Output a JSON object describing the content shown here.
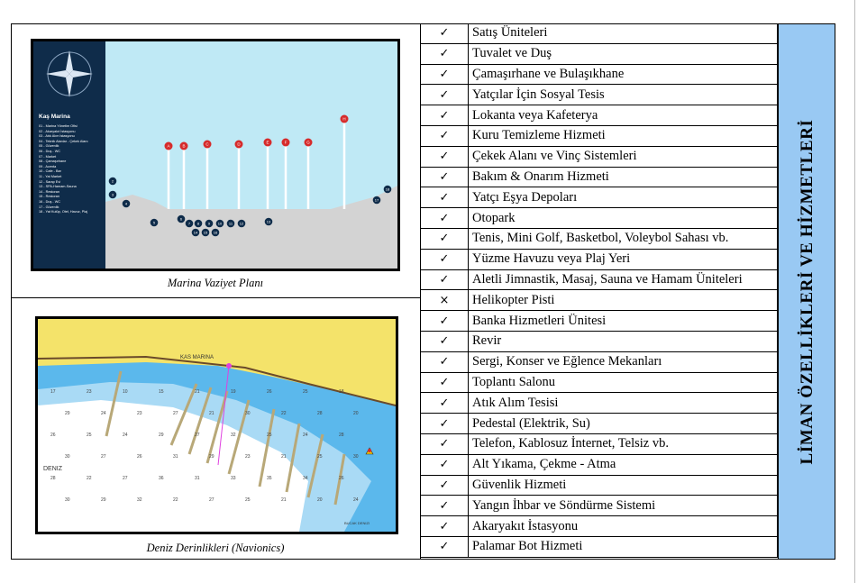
{
  "plan": {
    "caption": "Marina Vaziyet Planı",
    "legend_title": "Kaş Marina",
    "legend_items": [
      "01 - Marina Yönetim Ofisi",
      "02 - Akaryakıt İstasyonu",
      "03 - Atık Alım İstasyonu",
      "04 - Teknik Alanlar - Çekek Alanı",
      "05 - Güvenlik",
      "06 - Duş - WC",
      "07 - Market",
      "08 - Çamaşırhane",
      "09 - Acenta",
      "10 - Cafe - Bar",
      "11 - Yat Market",
      "12 - Sarap Evi",
      "13 - SPA-Hamam-Sauna",
      "14 - Restoran",
      "15 - Restoran",
      "16 - Duş - WC",
      "17 - Güvenlik",
      "18 - Yat Kulüp, Otel, Havuz, Plaj"
    ],
    "pier_labels": [
      "A",
      "B",
      "C",
      "D",
      "E",
      "F",
      "G",
      "H"
    ],
    "building_numbers": [
      "2",
      "3",
      "4",
      "5",
      "6",
      "7",
      "8",
      "9",
      "10",
      "11",
      "12",
      "13",
      "14",
      "15",
      "16",
      "17",
      "18"
    ]
  },
  "depth": {
    "caption": "Deniz Derinlikleri (Navionics)",
    "marina_label": "KAS MARINA",
    "area_label": "DENIZ",
    "bucak_label": "BUCAK DENIZI",
    "soundings": [
      "17",
      "23",
      "10",
      "15",
      "21",
      "19",
      "26",
      "25",
      "18",
      "29",
      "24",
      "23",
      "27",
      "21",
      "30",
      "22",
      "28",
      "20",
      "26",
      "25",
      "24",
      "29",
      "27",
      "32",
      "25",
      "24",
      "28",
      "30",
      "27",
      "26",
      "31",
      "29",
      "23",
      "21",
      "25",
      "30",
      "28",
      "22",
      "27",
      "36",
      "31",
      "33",
      "35",
      "34",
      "26",
      "30",
      "29",
      "32",
      "22",
      "27",
      "25",
      "21",
      "20",
      "24"
    ]
  },
  "services": {
    "heading": "LİMAN ÖZELLİKLERİ VE HİZMETLERİ",
    "rows": [
      {
        "mark": "✓",
        "label": "Satış Üniteleri"
      },
      {
        "mark": "✓",
        "label": "Tuvalet ve Duş"
      },
      {
        "mark": "✓",
        "label": "Çamaşırhane ve Bulaşıkhane"
      },
      {
        "mark": "✓",
        "label": "Yatçılar İçin Sosyal Tesis"
      },
      {
        "mark": "✓",
        "label": "Lokanta veya Kafeterya"
      },
      {
        "mark": "✓",
        "label": "Kuru Temizleme Hizmeti"
      },
      {
        "mark": "✓",
        "label": "Çekek Alanı ve Vinç Sistemleri"
      },
      {
        "mark": "✓",
        "label": "Bakım & Onarım Hizmeti"
      },
      {
        "mark": "✓",
        "label": "Yatçı Eşya Depoları"
      },
      {
        "mark": "✓",
        "label": "Otopark"
      },
      {
        "mark": "✓",
        "label": "Tenis, Mini Golf, Basketbol, Voleybol Sahası vb."
      },
      {
        "mark": "✓",
        "label": "Yüzme Havuzu veya Plaj Yeri"
      },
      {
        "mark": "✓",
        "label": "Aletli Jimnastik, Masaj, Sauna ve Hamam Üniteleri"
      },
      {
        "mark": "×",
        "label": "Helikopter Pisti"
      },
      {
        "mark": "✓",
        "label": "Banka Hizmetleri Ünitesi"
      },
      {
        "mark": "✓",
        "label": "Revir"
      },
      {
        "mark": "✓",
        "label": "Sergi, Konser ve Eğlence Mekanları"
      },
      {
        "mark": "✓",
        "label": "Toplantı Salonu"
      },
      {
        "mark": "✓",
        "label": "Atık Alım Tesisi"
      },
      {
        "mark": "✓",
        "label": "Pedestal (Elektrik, Su)"
      },
      {
        "mark": "✓",
        "label": "Telefon, Kablosuz İnternet, Telsiz vb."
      },
      {
        "mark": "✓",
        "label": "Alt Yıkama, Çekme - Atma"
      },
      {
        "mark": "✓",
        "label": "Güvenlik Hizmeti"
      },
      {
        "mark": "✓",
        "label": "Yangın İhbar ve Söndürme Sistemi"
      },
      {
        "mark": "✓",
        "label": "Akaryakıt İstasyonu"
      },
      {
        "mark": "✓",
        "label": "Palamar Bot Hizmeti"
      }
    ]
  },
  "colors": {
    "legend_bg": "#0f2c4a",
    "sea": "#bfe9f5",
    "land": "#d3d3d3",
    "pier_marker": "#d62b2b",
    "chart_land": "#f4e36a",
    "chart_shallow": "#5bb8ec",
    "sidebar": "#99c9f3"
  }
}
